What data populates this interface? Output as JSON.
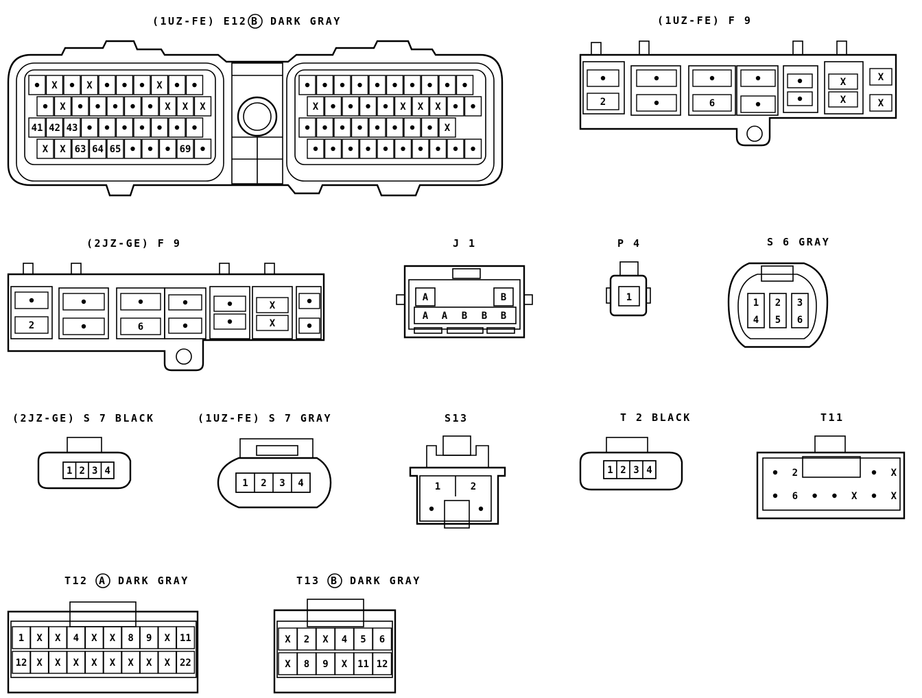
{
  "connectors": [
    {
      "id": "e12",
      "title_parts": [
        "(1UZ-FE) E12",
        "B",
        "DARK GRAY"
      ],
      "rows_left": [
        [
          "•",
          "X",
          "•",
          "X",
          "•",
          "•",
          "•",
          "X",
          "•",
          "•"
        ],
        [
          "•",
          "X",
          "•",
          "•",
          "•",
          "•",
          "•",
          "X",
          "X",
          "X"
        ],
        [
          "41",
          "42",
          "43",
          "•",
          "•",
          "•",
          "•",
          "•",
          "•",
          "•"
        ],
        [
          "X",
          "X",
          "63",
          "64",
          "65",
          "•",
          "•",
          "•",
          "69",
          "•"
        ]
      ],
      "rows_right": [
        [
          "•",
          "•",
          "•",
          "•",
          "•",
          "•",
          "•",
          "•",
          "•",
          "•"
        ],
        [
          "X",
          "•",
          "•",
          "•",
          "•",
          "X",
          "X",
          "X",
          "•",
          "•"
        ],
        [
          "•",
          "•",
          "•",
          "•",
          "•",
          "•",
          "•",
          "•",
          "X",
          ""
        ],
        [
          "•",
          "•",
          "•",
          "•",
          "•",
          "•",
          "•",
          "•",
          "•",
          "•"
        ]
      ]
    },
    {
      "id": "f9_1uz",
      "title": "(1UZ-FE) F 9",
      "cells": [
        "•",
        "2",
        "•",
        "•",
        "•",
        "6",
        "•",
        "•",
        "•",
        "•",
        "X",
        "X",
        "X",
        "X"
      ]
    },
    {
      "id": "f9_2jz",
      "title": "(2JZ-GE) F 9",
      "cells": [
        "•",
        "2",
        "•",
        "•",
        "•",
        "6",
        "•",
        "•",
        "•",
        "•",
        "X",
        "X",
        "•",
        "•"
      ]
    },
    {
      "id": "j1",
      "title": "J 1",
      "cells": [
        "A",
        "B",
        "A",
        "A",
        "B",
        "B",
        "B"
      ]
    },
    {
      "id": "p4",
      "title": "P 4",
      "cells": [
        "1"
      ]
    },
    {
      "id": "s6",
      "title": "S 6 GRAY",
      "cells": [
        "1",
        "2",
        "3",
        "4",
        "5",
        "6"
      ]
    },
    {
      "id": "s7_2jz",
      "title": "(2JZ-GE) S 7 BLACK",
      "cells": [
        "1",
        "2",
        "3",
        "4"
      ]
    },
    {
      "id": "s7_1uz",
      "title": "(1UZ-FE) S 7 GRAY",
      "cells": [
        "1",
        "2",
        "3",
        "4"
      ]
    },
    {
      "id": "s13",
      "title": "S13",
      "cells": [
        "1",
        "2",
        "•",
        "•"
      ]
    },
    {
      "id": "t2",
      "title": "T 2 BLACK",
      "cells": [
        "1",
        "2",
        "3",
        "4"
      ]
    },
    {
      "id": "t11",
      "title": "T11",
      "rows": [
        [
          "•",
          "2",
          "",
          "",
          "",
          "•",
          "X"
        ],
        [
          "•",
          "6",
          "•",
          "•",
          "X",
          "•",
          "X"
        ]
      ]
    },
    {
      "id": "t12",
      "title_parts": [
        "T12",
        "A",
        "DARK GRAY"
      ],
      "rows": [
        [
          "1",
          "X",
          "X",
          "4",
          "X",
          "X",
          "8",
          "9",
          "X",
          "11"
        ],
        [
          "12",
          "X",
          "X",
          "X",
          "X",
          "X",
          "X",
          "X",
          "X",
          "22"
        ]
      ]
    },
    {
      "id": "t13",
      "title_parts": [
        "T13",
        "B",
        "DARK GRAY"
      ],
      "rows": [
        [
          "X",
          "2",
          "X",
          "4",
          "5",
          "6"
        ],
        [
          "X",
          "8",
          "9",
          "X",
          "11",
          "12"
        ]
      ]
    }
  ]
}
